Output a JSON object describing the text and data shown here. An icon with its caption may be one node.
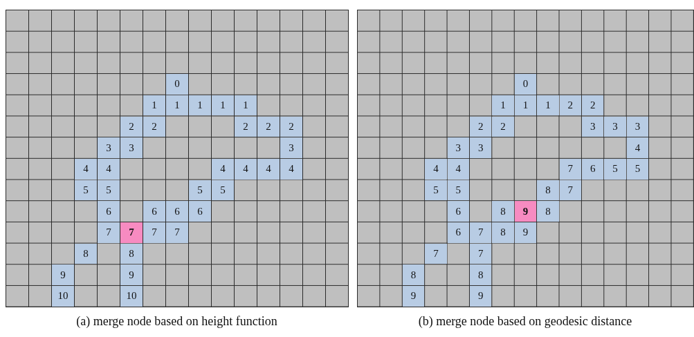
{
  "diagram": {
    "nodes": [
      {
        "text": [],
        "shape": "box"
      },
      {
        "text": [
          "0"
        ],
        "in": 0
      },
      {
        "text": [
          "1"
        ],
        "in": 0
      },
      {
        "text": [
          "1"
        ],
        "in": 0
      },
      {
        "text": [
          "1"
        ],
        "in": 0
      },
      {
        "text": [
          "1"
        ],
        "in": 0
      },
      {
        "text": [
          "1"
        ],
        "in": 0
      },
      {
        "text": [
          "2"
        ],
        "in": 0
      },
      {
        "text": [
          "2"
        ],
        "in": 0
      },
      {
        "text": [
          "2"
        ],
        "in": 0
      },
      {
        "text": [
          "2"
        ],
        "in": 0
      },
      {
        "text": [
          "2"
        ],
        "in": 0
      },
      {
        "text": [
          "3"
        ],
        "in": 0
      },
      {
        "text": [
          "3"
        ],
        "in": 0
      },
      {
        "text": [
          "3"
        ],
        "in": 0
      },
      {
        "text": [
          "4"
        ],
        "in": 0
      },
      {
        "text": [
          "4"
        ],
        "in": 0
      },
      {
        "text": [
          "4"
        ],
        "in": 0
      },
      {
        "text": [
          "4"
        ],
        "in": 0
      },
      {
        "text": [
          "4"
        ],
        "in": 0
      },
      {
        "text": [
          "4"
        ],
        "in": 0
      },
      {
        "text": [
          "5"
        ],
        "in": 0
      },
      {
        "text": [
          "5"
        ],
        "in": 0
      },
      {
        "text": [
          "5"
        ],
        "in": 0
      },
      {
        "text": [
          "5"
        ],
        "in": 0
      },
      {
        "text": [
          "6"
        ],
        "in": 0
      },
      {
        "text": [
          "6"
        ],
        "in": 0
      },
      {
        "text": [
          "6"
        ],
        "in": 0
      },
      {
        "text": [
          "6"
        ],
        "in": 0
      },
      {
        "text": [
          "7"
        ],
        "in": 0
      },
      {
        "text": [
          "7"
        ],
        "in": 0
      },
      {
        "text": [
          "7"
        ],
        "in": 0
      },
      {
        "text": [
          "7"
        ],
        "in": 0
      },
      {
        "text": [
          "8"
        ],
        "in": 0
      },
      {
        "text": [
          "8"
        ],
        "in": 0
      },
      {
        "text": [
          "9"
        ],
        "in": 0
      },
      {
        "text": [
          "9"
        ],
        "in": 0
      },
      {
        "text": [
          "10"
        ],
        "in": 0
      },
      {
        "text": [
          "10"
        ],
        "in": 0
      },
      {
        "text": [],
        "shape": "box"
      },
      {
        "text": [
          "0"
        ],
        "in": 39
      },
      {
        "text": [
          "1"
        ],
        "in": 39
      },
      {
        "text": [
          "1"
        ],
        "in": 39
      },
      {
        "text": [
          "1"
        ],
        "in": 39
      },
      {
        "text": [
          "2"
        ],
        "in": 39
      },
      {
        "text": [
          "2"
        ],
        "in": 39
      },
      {
        "text": [
          "2"
        ],
        "in": 39
      },
      {
        "text": [
          "2"
        ],
        "in": 39
      },
      {
        "text": [
          "3"
        ],
        "in": 39
      },
      {
        "text": [
          "3"
        ],
        "in": 39
      },
      {
        "text": [
          "3"
        ],
        "in": 39
      },
      {
        "text": [
          "3"
        ],
        "in": 39
      },
      {
        "text": [
          "3"
        ],
        "in": 39
      },
      {
        "text": [
          "4"
        ],
        "in": 39
      },
      {
        "text": [
          "4"
        ],
        "in": 39
      },
      {
        "text": [
          "4"
        ],
        "in": 39
      },
      {
        "text": [
          "7"
        ],
        "in": 39
      },
      {
        "text": [
          "6"
        ],
        "in": 39
      },
      {
        "text": [
          "5"
        ],
        "in": 39
      },
      {
        "text": [
          "5"
        ],
        "in": 39
      },
      {
        "text": [
          "5"
        ],
        "in": 39
      },
      {
        "text": [
          "5"
        ],
        "in": 39
      },
      {
        "text": [
          "8"
        ],
        "in": 39
      },
      {
        "text": [
          "7"
        ],
        "in": 39
      },
      {
        "text": [
          "6"
        ],
        "in": 39
      },
      {
        "text": [
          "8"
        ],
        "in": 39
      },
      {
        "text": [
          "9"
        ],
        "in": 39
      },
      {
        "text": [
          "8"
        ],
        "in": 39
      },
      {
        "text": [
          "6"
        ],
        "in": 39
      },
      {
        "text": [
          "7"
        ],
        "in": 39
      },
      {
        "text": [
          "8"
        ],
        "in": 39
      },
      {
        "text": [
          "9"
        ],
        "in": 39
      },
      {
        "text": [
          "7"
        ],
        "in": 39
      },
      {
        "text": [
          "7"
        ],
        "in": 39
      },
      {
        "text": [
          "8"
        ],
        "in": 39
      },
      {
        "text": [
          "8"
        ],
        "in": 39
      },
      {
        "text": [
          "9"
        ],
        "in": 39
      },
      {
        "text": [
          "9"
        ],
        "in": 39
      }
    ],
    "labels": [
      "(a) merge node based on height function",
      "(b) merge node based on geodesic distance"
    ]
  }
}
